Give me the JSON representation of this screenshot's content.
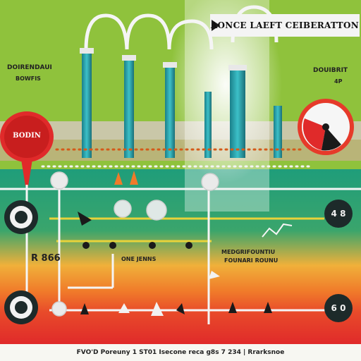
{
  "banner": {
    "title": "AONCE LAEFT CEIBERATTON"
  },
  "labels": {
    "top_left": "DOIRENDAUI",
    "top_left_sub": "BOWFIS",
    "top_right": "DOUIBRIT",
    "top_right_sub": "4P",
    "balloon": "BODIN",
    "mid_left": "R 866",
    "mid_center": "ONE JENNS",
    "mid_right_1": "MEDGRIFOUNTIU",
    "mid_right_2": "FOUNARI ROUNU",
    "badge_top": "4 8",
    "badge_bottom": "6 0"
  },
  "footer": {
    "text": "FVO'D Poreuny 1 ST01 Isecone reca g8s 7 234 | Rrarksnoe"
  },
  "colors": {
    "sky": "#8fc23c",
    "teal": "#1f9d7a",
    "orange": "#f07a2a",
    "red": "#e02a2a",
    "pipe": "#2aa6b0",
    "badge": "#1d2a2a",
    "banner_bg": "#f4f4f4"
  }
}
